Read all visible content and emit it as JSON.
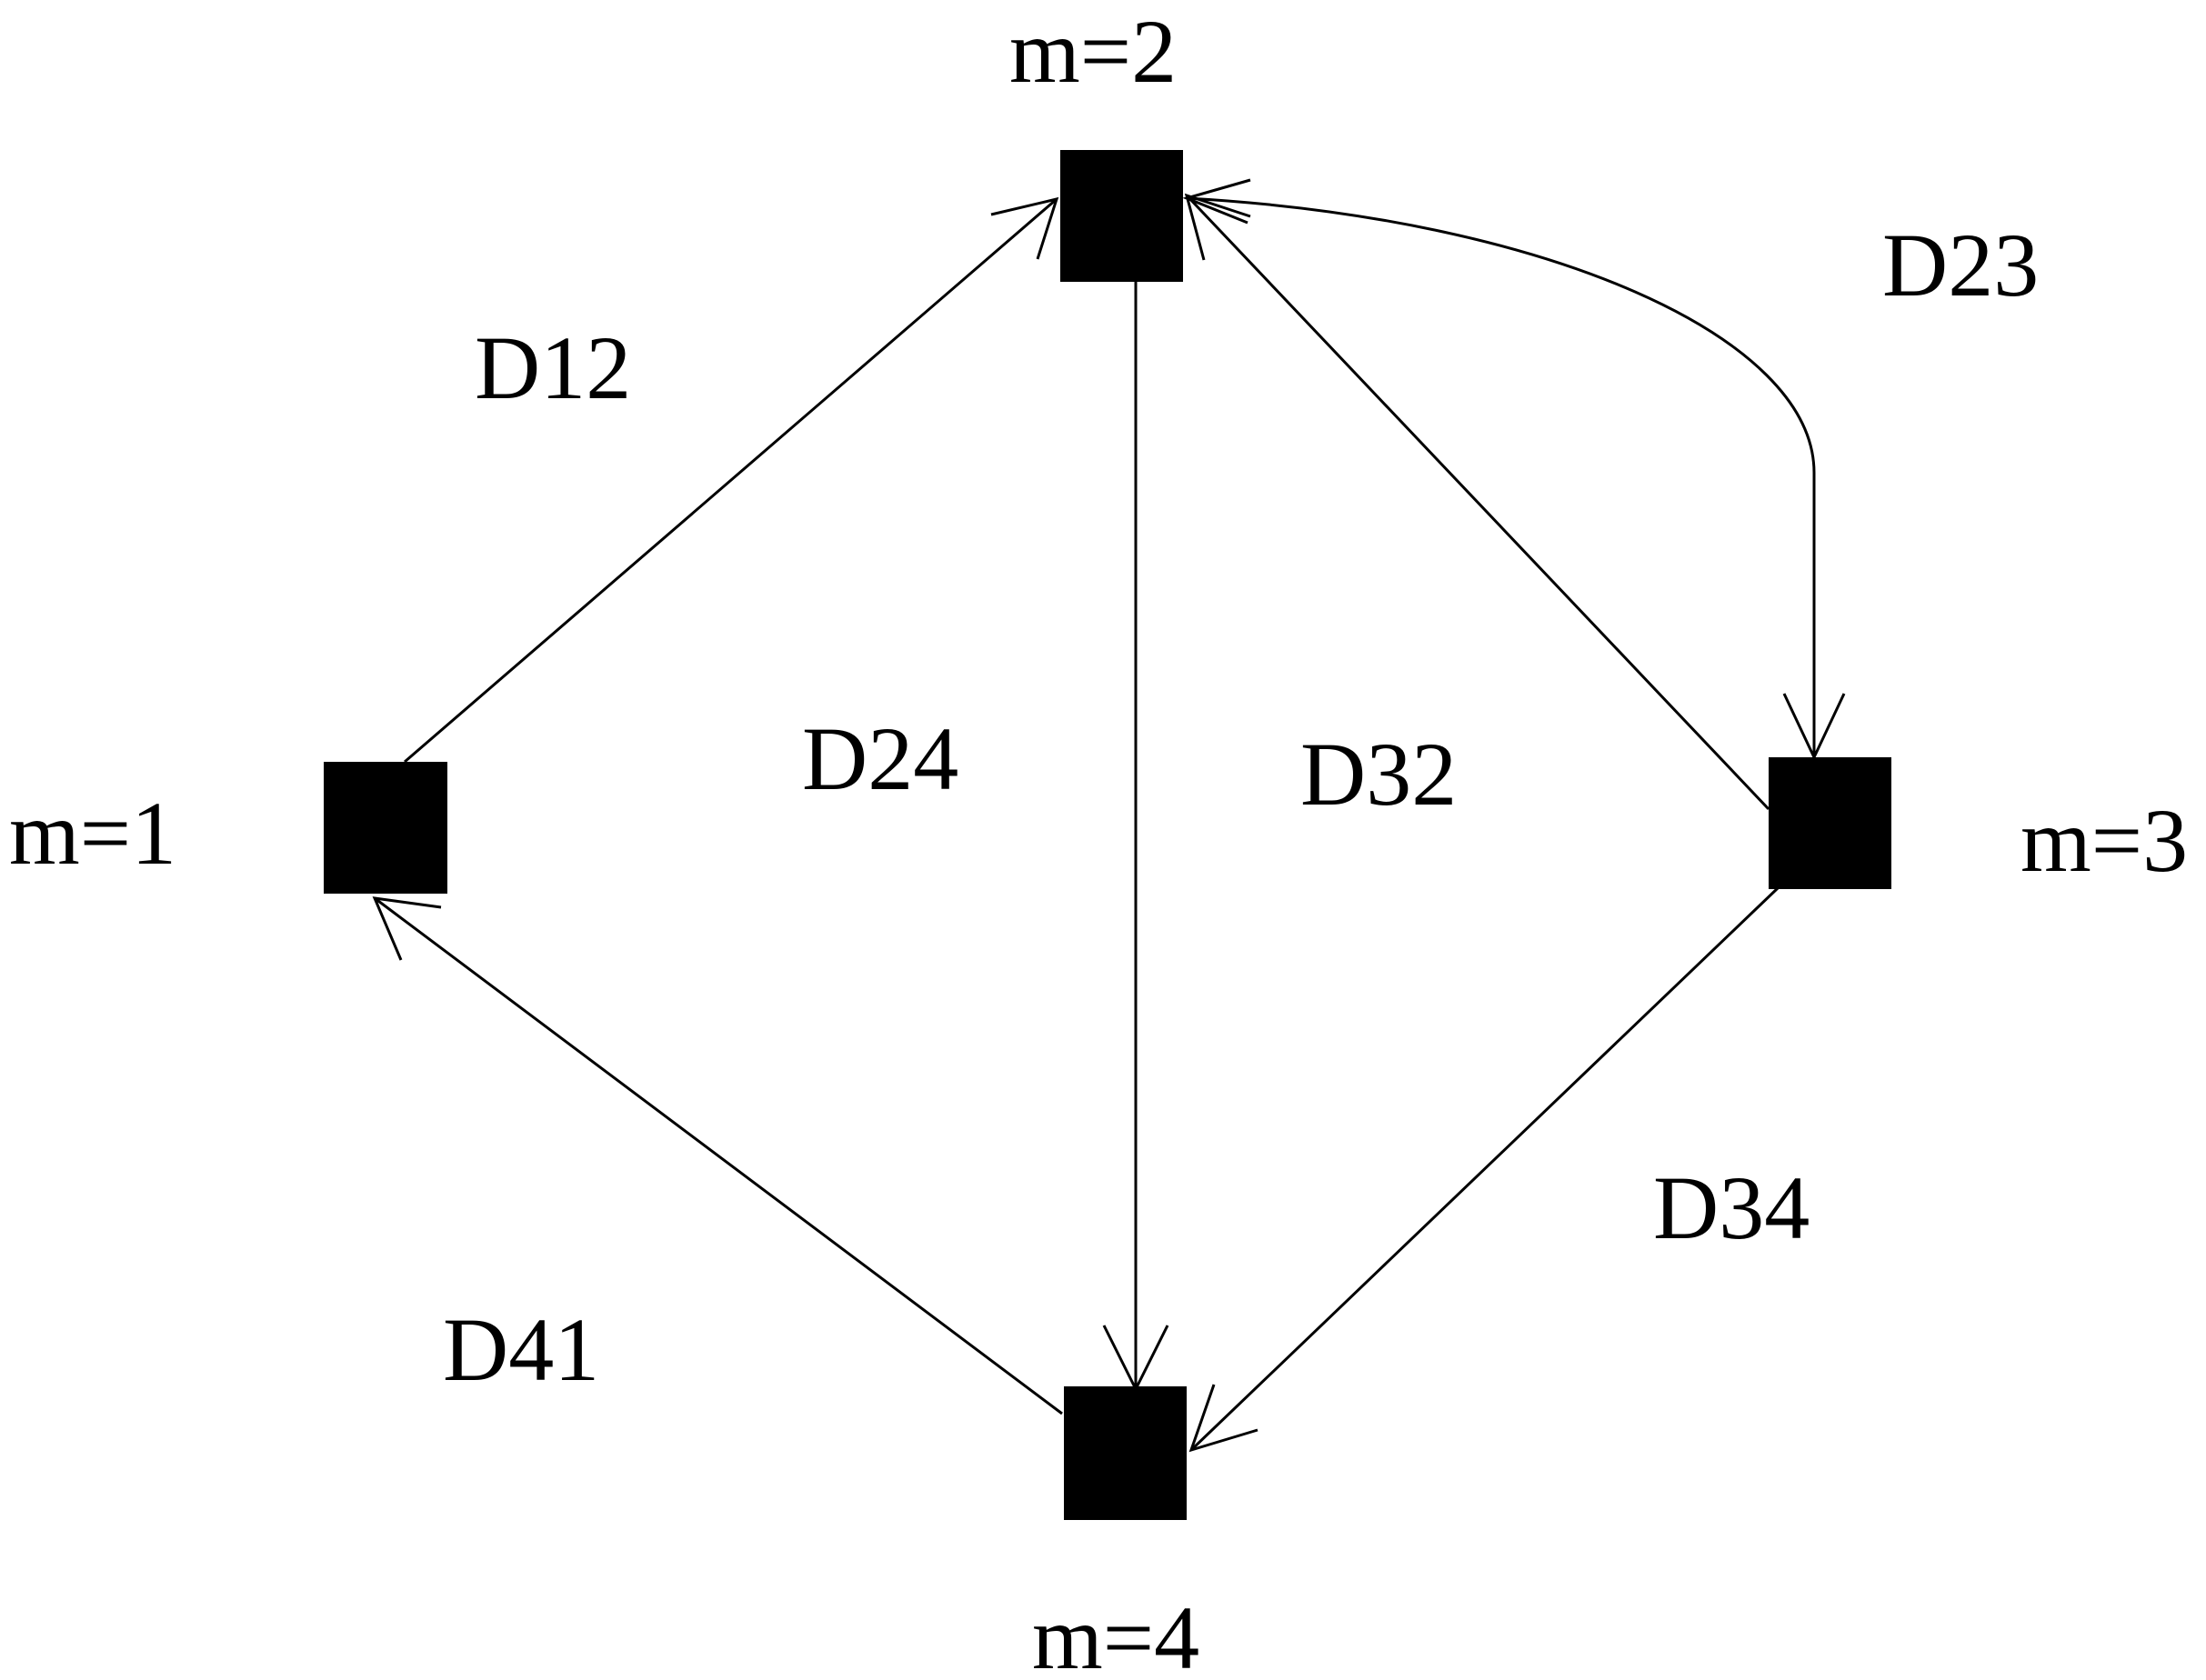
{
  "nodes": [
    {
      "id": "1",
      "label": "m=1"
    },
    {
      "id": "2",
      "label": "m=2"
    },
    {
      "id": "3",
      "label": "m=3"
    },
    {
      "id": "4",
      "label": "m=4"
    }
  ],
  "edges": [
    {
      "id": "12",
      "from": "1",
      "to": "2",
      "label": "D12"
    },
    {
      "id": "24",
      "from": "2",
      "to": "4",
      "label": "D24"
    },
    {
      "id": "32",
      "from": "3",
      "to": "2",
      "label": "D32"
    },
    {
      "id": "23",
      "from": "2",
      "to": "3",
      "label": "D23"
    },
    {
      "id": "34",
      "from": "3",
      "to": "4",
      "label": "D34"
    },
    {
      "id": "41",
      "from": "4",
      "to": "1",
      "label": "D41"
    }
  ],
  "colors": {
    "node": "#000000",
    "edge": "#000000",
    "background": "#ffffff"
  }
}
